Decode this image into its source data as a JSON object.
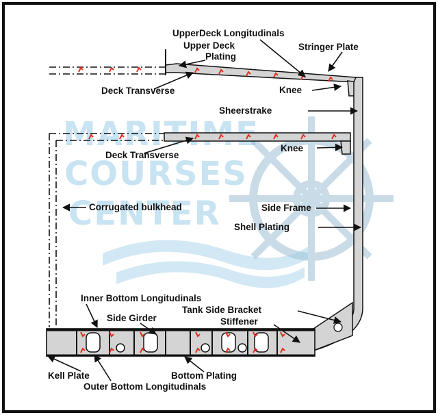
{
  "watermark": {
    "line1": "MARITIME",
    "line2": "COURSES",
    "line3": "CENTER",
    "color": "#9ccde8"
  },
  "labels": {
    "upperdeck_longitudinals": "UpperDeck Longitudinals",
    "upper_deck_plating_1": "Upper Deck",
    "upper_deck_plating_2": "Plating",
    "stringer_plate": "Stringer Plate",
    "deck_transverse_upper": "Deck Transverse",
    "knee_upper": "Knee",
    "sheerstrake": "Sheerstrake",
    "deck_transverse_lower": "Deck Transverse",
    "knee_lower": "Knee",
    "corrugated_bulkhead": "Corrugated bulkhead",
    "side_frame": "Side Frame",
    "shell_plating": "Shell Plating",
    "inner_bottom_longitudinals": "Inner Bottom Longitudinals",
    "tank_side_bracket": "Tank Side Bracket",
    "side_girder": "Side Girder",
    "stiffener": "Stiffener",
    "kell_plate": "Kell Plate",
    "bottom_plating": "Bottom Plating",
    "outer_bottom_longitudinals": "Outer Bottom Longitudinals"
  },
  "colors": {
    "structure_fill": "#d4d4d4",
    "outline": "#111111",
    "marker": "#e0301e",
    "ship_wheel": "#8ab0c8"
  }
}
